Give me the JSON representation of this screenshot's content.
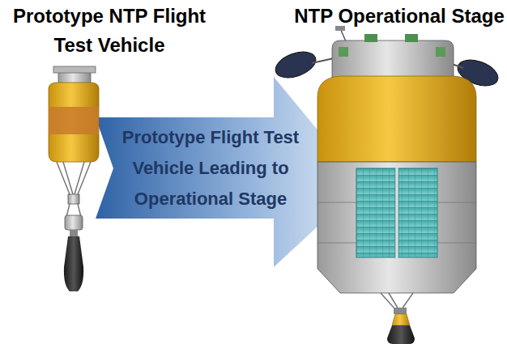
{
  "diagram": {
    "nodes": [
      {
        "text": [
          "Prototype Flight Test Vehicle Leading to Operational Stage"
        ]
      }
    ],
    "labels": [
      "Prototype NTP Flight Test Vehicle",
      "NTP Operational Stage"
    ]
  }
}
